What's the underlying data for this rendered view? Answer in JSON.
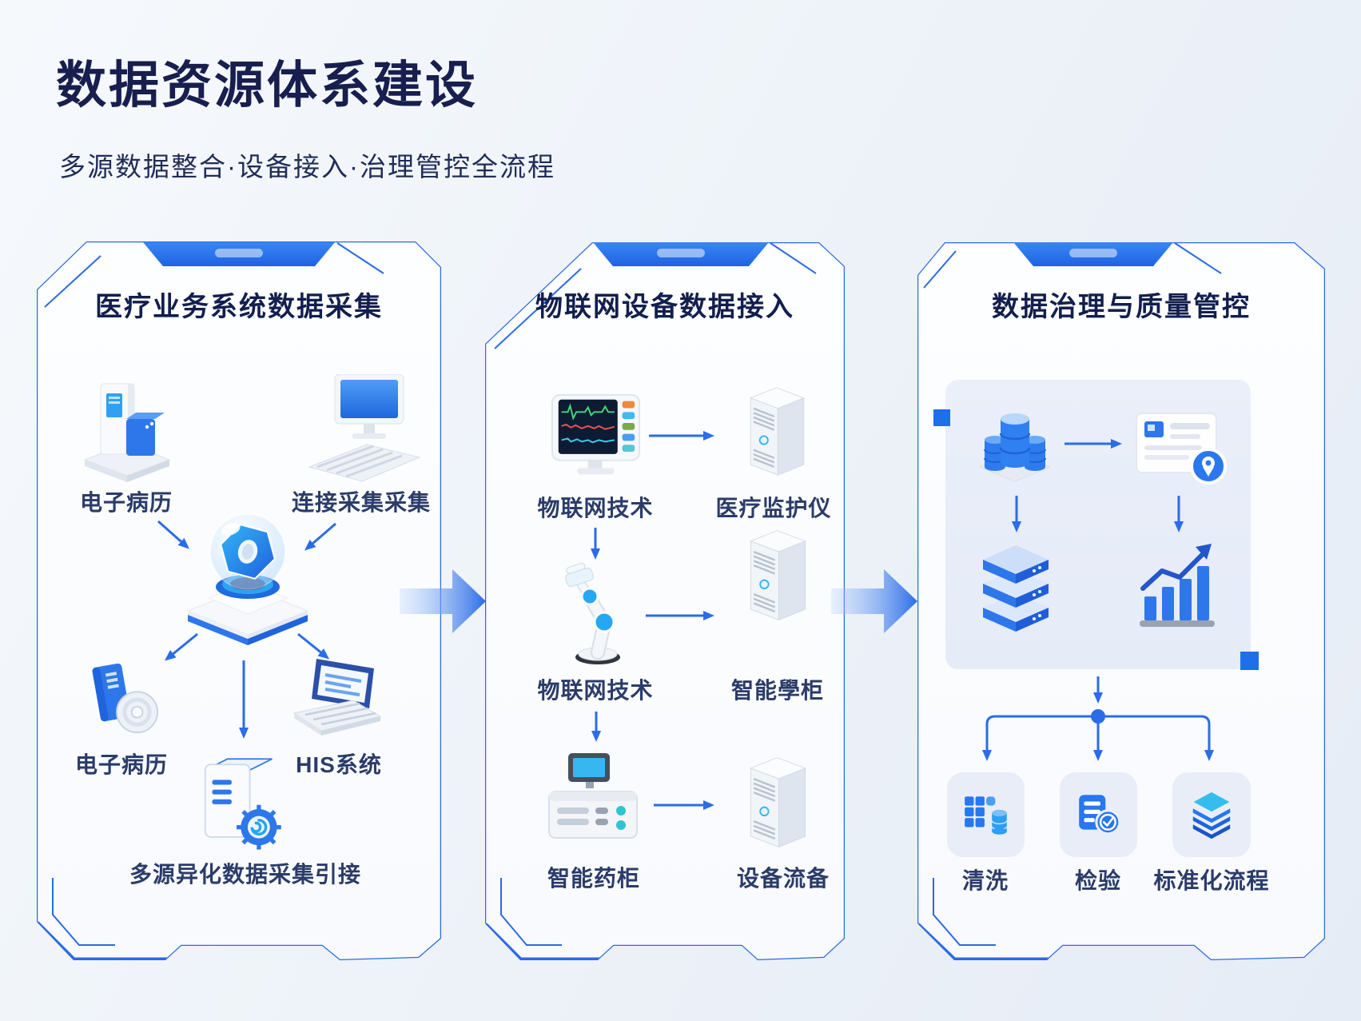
{
  "header": {
    "title": "数据资源体系建设",
    "subtitle": "多源数据整合·设备接入·治理管控全流程"
  },
  "panel_medical": {
    "title": "医疗业务系统数据采集",
    "labels": {
      "emr_top": "电子病历",
      "connect": "连接采集采集",
      "emr_bottom": "电子病历",
      "his": "HIS系统",
      "multi_source": "多源异化数据采集引接"
    }
  },
  "panel_iot": {
    "title": "物联网设备数据接入",
    "labels": {
      "row1_left": "物联网技术",
      "row1_right": "医疗监护仪",
      "row2_left": "物联网技术",
      "row2_right": "智能學柜",
      "row3_left": "智能药柜",
      "row3_right": "设备流备"
    }
  },
  "panel_gov": {
    "title": "数据治理与质量管控",
    "labels": {
      "step1": "清洗",
      "step2": "检验",
      "step3": "标准化流程"
    }
  },
  "icons": [
    "server-kiosk-icon",
    "desktop-computer-icon",
    "data-hub-icon",
    "emr-book-disc-icon",
    "his-laptop-icon",
    "multisource-cabinet-gear-icon",
    "patient-monitor-icon",
    "server-tower-icon",
    "robot-arm-icon",
    "drug-cabinet-machine-icon",
    "database-cylinders-icon",
    "certificate-badge-icon",
    "data-stack-icon",
    "bar-chart-growth-icon",
    "clean-table-db-icon",
    "check-document-icon",
    "standard-layers-icon"
  ],
  "colors": {
    "accent": "#2b6ce8",
    "frame": "#2a6ae4",
    "title": "#181f4e",
    "label": "#2b3c69",
    "card_bg": "#e9eef9"
  }
}
